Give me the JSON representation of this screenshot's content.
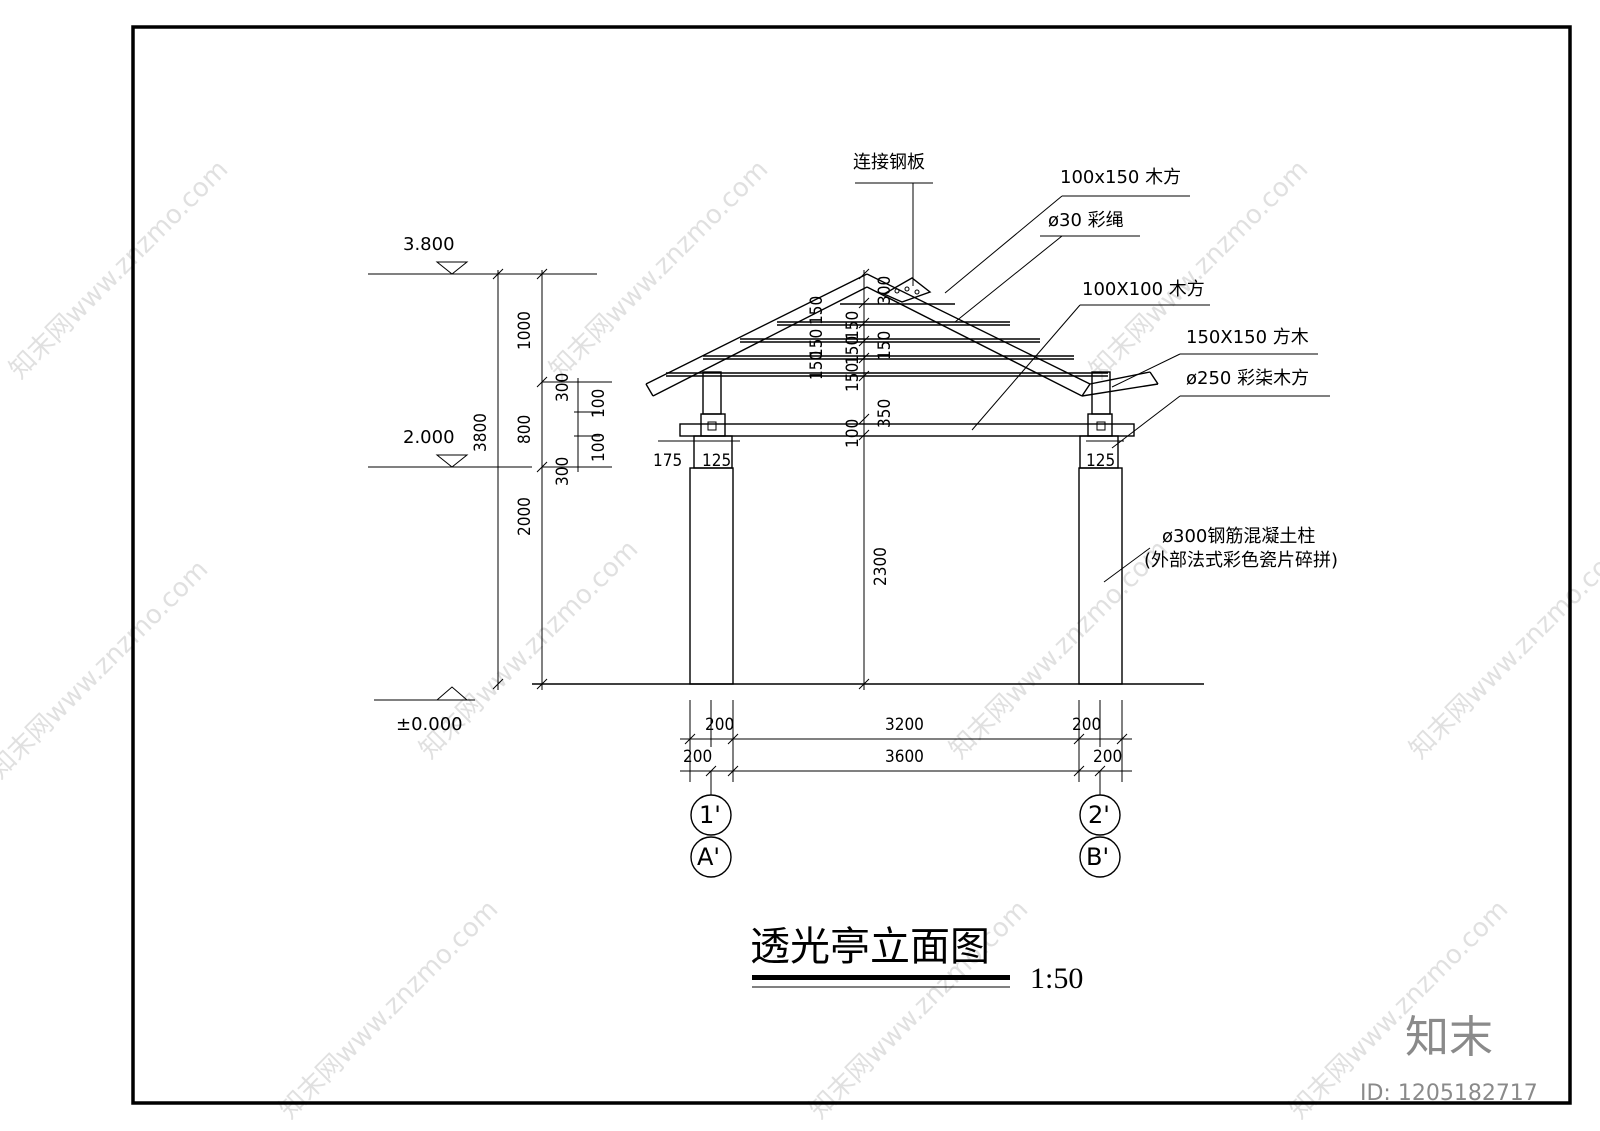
{
  "drawing": {
    "title": "透光亭立面图",
    "scale": "1:50",
    "brand": "知末",
    "id_label": "ID: 1205182717",
    "watermark_text": "知末网www.znzmo.com",
    "levels": {
      "top": "3.800",
      "mid": "2.000",
      "ground": "±0.000"
    },
    "callouts": {
      "steel_plate": "连接钢板",
      "timber_100x150": "100x150 木方",
      "rope": "ø30 彩绳",
      "timber_100x100": "100X100 木方",
      "square_150": "150X150 方木",
      "painted_250": "ø250 彩柒木方",
      "column_line1": "ø300钢筋混凝土柱",
      "column_line2": "(外部法式彩色瓷片碎拼)"
    },
    "dims": {
      "left_total": "3800",
      "left_a": "1000",
      "left_b": "800",
      "left_c": "2000",
      "left_d1": "300",
      "left_d2": "300",
      "left_e1": "100",
      "left_e2": "100",
      "center_300": "300",
      "center_150a": "150",
      "center_150b": "150",
      "center_150c": "150",
      "center_350": "350",
      "center_100": "100",
      "center_2300": "2300",
      "roof_l1": "150",
      "roof_l2": "150",
      "roof_l3": "150",
      "roof_l4": "150",
      "col_175": "175",
      "col_125l": "125",
      "col_125r": "125",
      "bot_200a": "200",
      "bot_3200": "3200",
      "bot_200b": "200",
      "bot_200c": "200",
      "bot_3600": "3600",
      "bot_200d": "200"
    },
    "axes": {
      "a1": "1'",
      "a2": "A'",
      "b1": "2'",
      "b2": "B'"
    }
  }
}
